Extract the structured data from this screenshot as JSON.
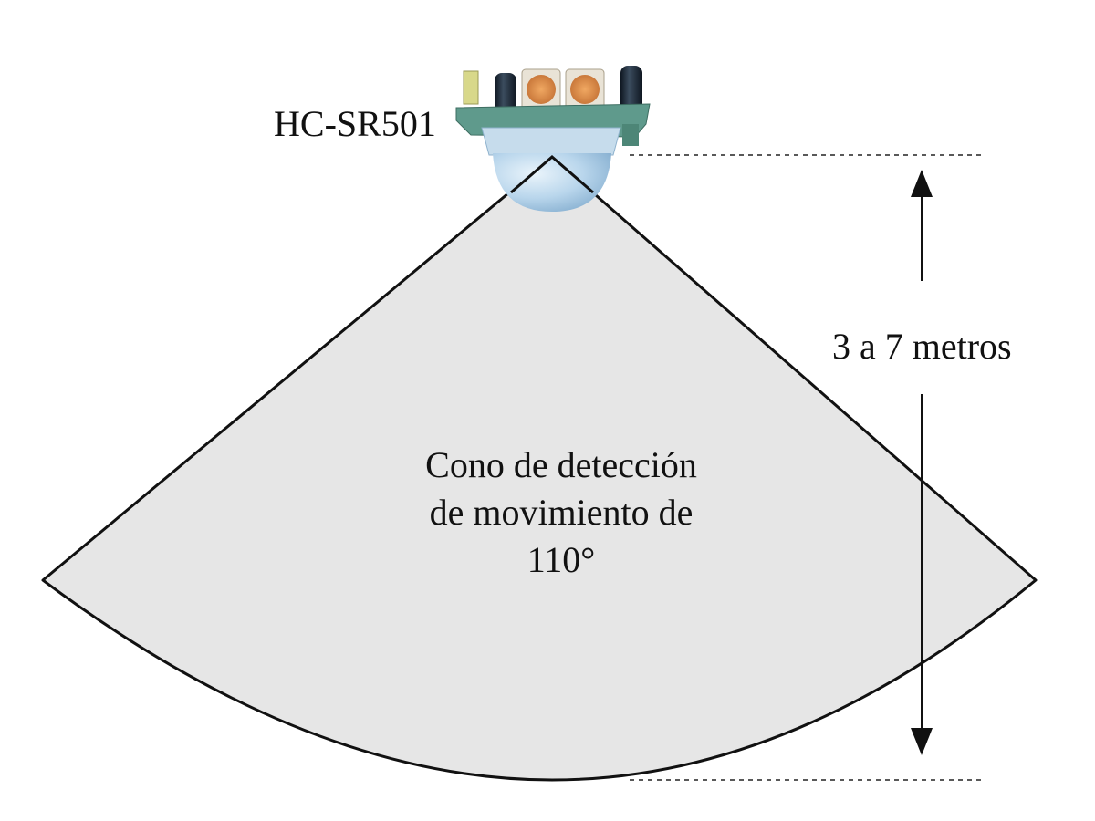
{
  "diagram": {
    "sensor_label": "HC-SR501",
    "range_label": "3 a 7 metros",
    "cone_label_lines": [
      "Cono de detección",
      "de movimiento de",
      "110°"
    ],
    "colors": {
      "cone_fill": "#e6e6e6",
      "outline": "#111111",
      "pcb": "#5f9a8c",
      "dome": "#b7d4ea",
      "potentiometer": "#d98a4a",
      "capacitor": "#1e2a36",
      "jumper": "#d8d88a"
    }
  }
}
